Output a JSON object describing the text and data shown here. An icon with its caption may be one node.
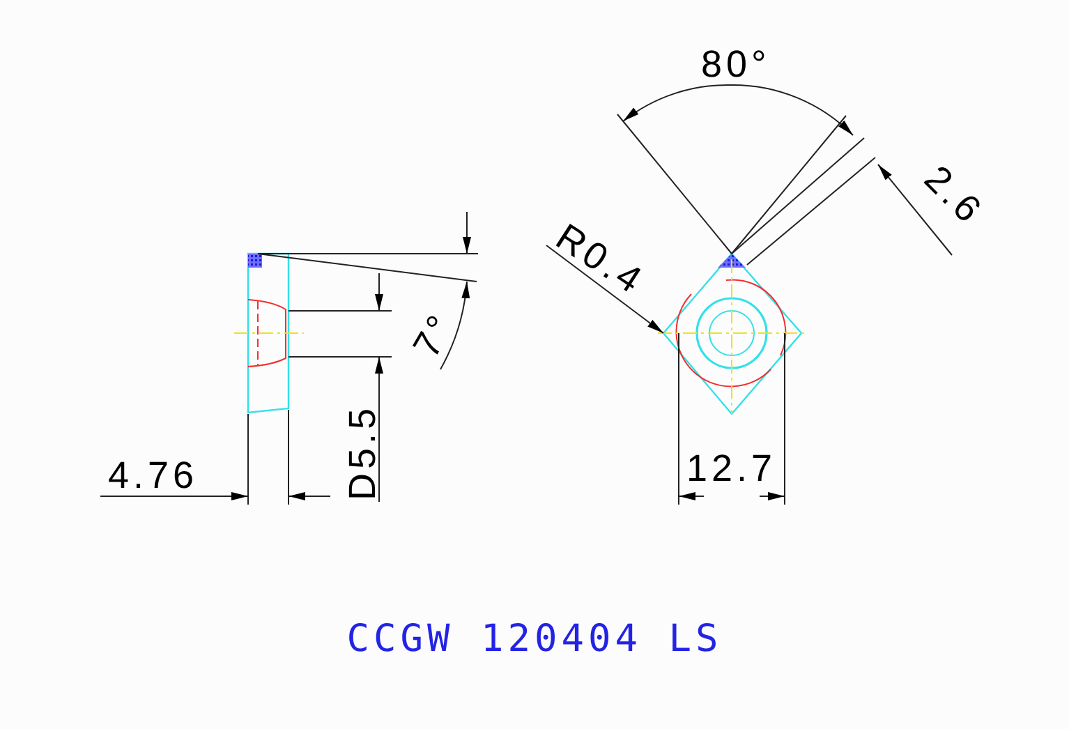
{
  "diagram": {
    "caption": "CCGW 120404 LS",
    "labels": [
      "80°",
      "2.6",
      "R0.4",
      "7°",
      "D5.5",
      "4.76",
      "12.7"
    ]
  }
}
